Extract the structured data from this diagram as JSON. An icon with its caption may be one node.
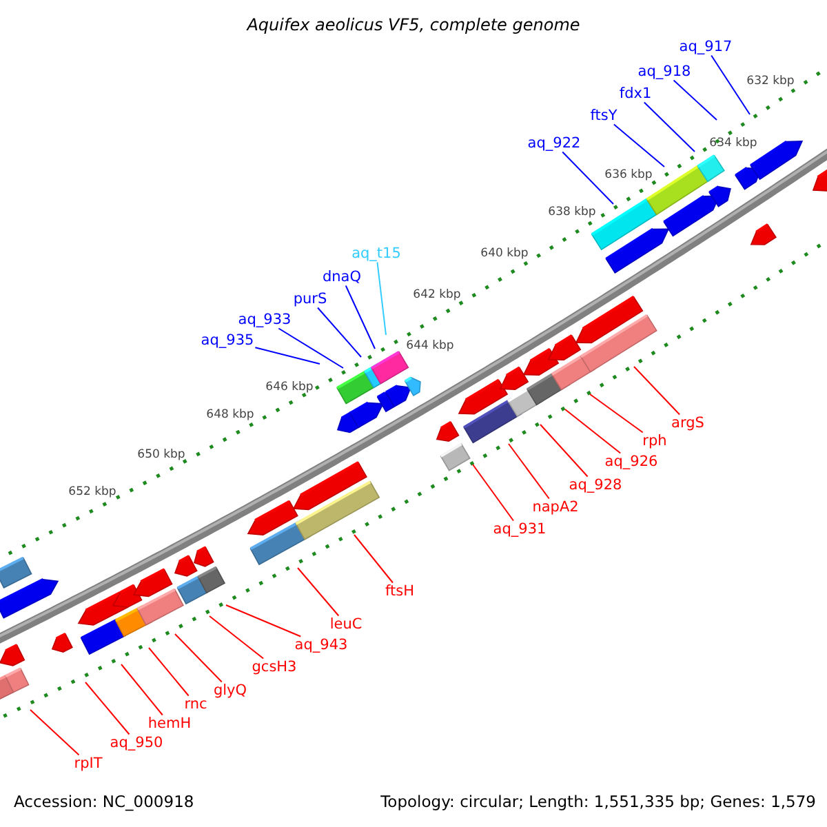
{
  "diagram": {
    "title": "Aquifex aeolicus VF5, complete genome",
    "nodes": [
      {
        "text": [
          "aq_917"
        ]
      },
      {
        "text": [
          "aq_918"
        ]
      },
      {
        "text": [
          "fdx1"
        ]
      },
      {
        "text": [
          "ftsY"
        ]
      },
      {
        "text": [
          "aq_922"
        ]
      },
      {
        "text": [
          "aq_t15"
        ]
      },
      {
        "text": [
          "dnaQ"
        ]
      },
      {
        "text": [
          "purS"
        ]
      },
      {
        "text": [
          "aq_933"
        ]
      },
      {
        "text": [
          "aq_935"
        ]
      },
      {
        "text": [
          "argS"
        ]
      },
      {
        "text": [
          "rph"
        ]
      },
      {
        "text": [
          "aq_926"
        ]
      },
      {
        "text": [
          "aq_928"
        ]
      },
      {
        "text": [
          "napA2"
        ]
      },
      {
        "text": [
          "aq_931"
        ]
      },
      {
        "text": [
          "ftsH"
        ]
      },
      {
        "text": [
          "leuC"
        ]
      },
      {
        "text": [
          "aq_943"
        ]
      },
      {
        "text": [
          "gcsH3"
        ]
      },
      {
        "text": [
          "glyQ"
        ]
      },
      {
        "text": [
          "rnc"
        ]
      },
      {
        "text": [
          "hemH"
        ]
      },
      {
        "text": [
          "aq_950"
        ]
      },
      {
        "text": [
          "rpIT"
        ]
      }
    ],
    "edges": [
      {
        "from": 0,
        "to": null,
        "arrow": "none",
        "color": "#0000ff"
      },
      {
        "from": 1,
        "to": null,
        "arrow": "none",
        "color": "#0000ff"
      },
      {
        "from": 2,
        "to": null,
        "arrow": "none",
        "color": "#0000ff"
      },
      {
        "from": 3,
        "to": null,
        "arrow": "none",
        "color": "#0000ff"
      },
      {
        "from": 4,
        "to": null,
        "arrow": "none",
        "color": "#0000ff"
      },
      {
        "from": 5,
        "to": null,
        "arrow": "none",
        "color": "#33ccff"
      },
      {
        "from": 6,
        "to": null,
        "arrow": "none",
        "color": "#0000ff"
      },
      {
        "from": 7,
        "to": null,
        "arrow": "none",
        "color": "#0000ff"
      },
      {
        "from": 8,
        "to": null,
        "arrow": "none",
        "color": "#0000ff"
      },
      {
        "from": 9,
        "to": null,
        "arrow": "none",
        "color": "#0000ff"
      },
      {
        "from": 10,
        "to": null,
        "arrow": "none"
      },
      {
        "from": 11,
        "to": null,
        "arrow": "none"
      },
      {
        "from": 12,
        "to": null,
        "arrow": "none"
      },
      {
        "from": 13,
        "to": null,
        "arrow": "none"
      },
      {
        "from": 14,
        "to": null,
        "arrow": "none"
      },
      {
        "from": 15,
        "to": null,
        "arrow": "none"
      },
      {
        "from": 16,
        "to": null,
        "arrow": "none"
      },
      {
        "from": 17,
        "to": null,
        "arrow": "none"
      },
      {
        "from": 18,
        "to": null,
        "arrow": "none"
      },
      {
        "from": 19,
        "to": null,
        "arrow": "none"
      },
      {
        "from": 20,
        "to": null,
        "arrow": "none"
      },
      {
        "from": 21,
        "to": null,
        "arrow": "none"
      },
      {
        "from": 22,
        "to": null,
        "arrow": "none"
      },
      {
        "from": 23,
        "to": null,
        "arrow": "none"
      },
      {
        "from": 24,
        "to": null,
        "arrow": "none"
      }
    ],
    "labels": [
      "632 kbp",
      "634 kbp",
      "636 kbp",
      "638 kbp",
      "640 kbp",
      "642 kbp",
      "644 kbp",
      "646 kbp",
      "648 kbp",
      "650 kbp",
      "652 kbp",
      "Accession: NC_000918",
      "Topology: circular; Length: 1,551,335 bp; Genes: 1,579"
    ]
  }
}
